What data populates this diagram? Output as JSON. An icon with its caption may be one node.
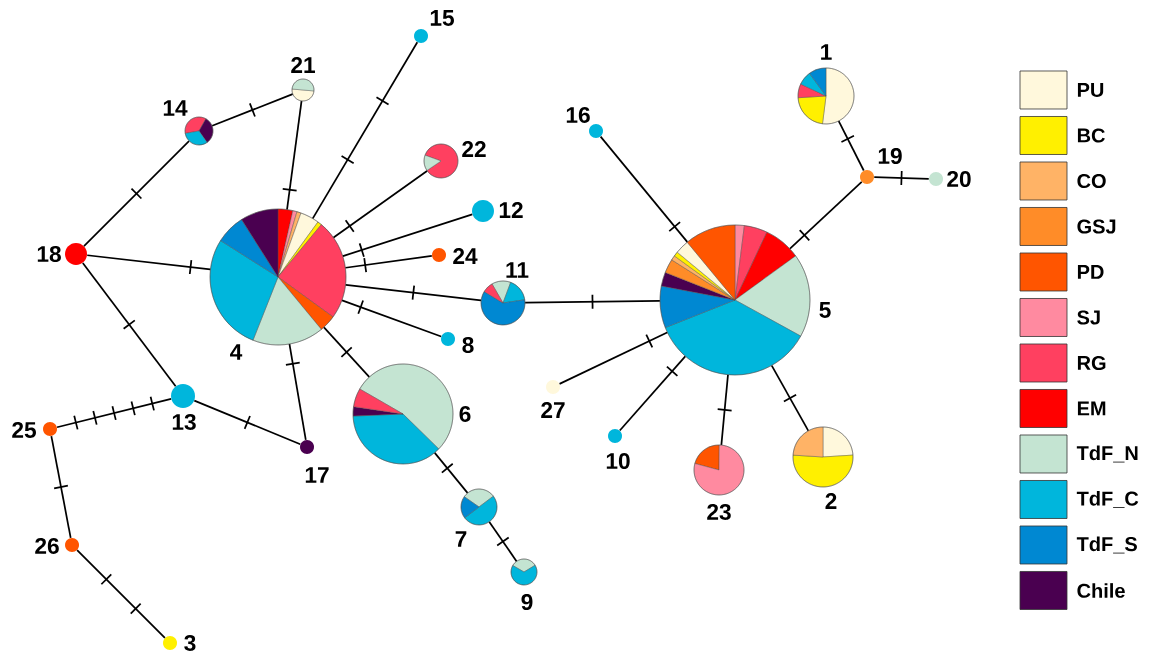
{
  "diagram": {
    "nodes": [
      {
        "text": [],
        "shape": "circle",
        "beside": [
          "1"
        ]
      },
      {
        "text": [],
        "shape": "circle",
        "beside": [
          "2"
        ]
      },
      {
        "text": [],
        "shape": "circle",
        "beside": [
          "3"
        ]
      },
      {
        "text": [],
        "shape": "circle",
        "beside": [
          "4"
        ]
      },
      {
        "text": [],
        "shape": "circle",
        "beside": [
          "5"
        ]
      },
      {
        "text": [],
        "shape": "circle",
        "beside": [
          "6"
        ]
      },
      {
        "text": [],
        "shape": "circle",
        "beside": [
          "7"
        ]
      },
      {
        "text": [],
        "shape": "circle",
        "beside": [
          "8"
        ]
      },
      {
        "text": [],
        "shape": "circle",
        "beside": [
          "9"
        ]
      },
      {
        "text": [],
        "shape": "circle",
        "beside": [
          "10"
        ]
      },
      {
        "text": [],
        "shape": "circle",
        "beside": [
          "11"
        ]
      },
      {
        "text": [],
        "shape": "circle",
        "beside": [
          "12"
        ]
      },
      {
        "text": [],
        "shape": "circle",
        "beside": [
          "13"
        ]
      },
      {
        "text": [],
        "shape": "circle",
        "beside": [
          "14"
        ]
      },
      {
        "text": [],
        "shape": "circle",
        "beside": [
          "15"
        ]
      },
      {
        "text": [],
        "shape": "circle",
        "beside": [
          "16"
        ]
      },
      {
        "text": [],
        "shape": "circle",
        "beside": [
          "17"
        ]
      },
      {
        "text": [],
        "shape": "circle",
        "beside": [
          "18"
        ]
      },
      {
        "text": [],
        "shape": "circle",
        "beside": [
          "19"
        ]
      },
      {
        "text": [],
        "shape": "circle",
        "beside": [
          "20"
        ]
      },
      {
        "text": [],
        "shape": "circle",
        "beside": [
          "21"
        ]
      },
      {
        "text": [],
        "shape": "circle",
        "beside": [
          "22"
        ]
      },
      {
        "text": [],
        "shape": "circle",
        "beside": [
          "23"
        ]
      },
      {
        "text": [],
        "shape": "circle",
        "beside": [
          "24"
        ]
      },
      {
        "text": [],
        "shape": "circle",
        "beside": [
          "25"
        ]
      },
      {
        "text": [],
        "shape": "circle",
        "beside": [
          "26"
        ]
      },
      {
        "text": [],
        "shape": "circle",
        "beside": [
          "27"
        ]
      }
    ],
    "edges": [
      {
        "from": 17,
        "to": 13,
        "arrow": "none"
      },
      {
        "from": 13,
        "to": 20,
        "arrow": "none"
      },
      {
        "from": 20,
        "to": 3,
        "arrow": "none"
      },
      {
        "from": 17,
        "to": 3,
        "arrow": "none"
      },
      {
        "from": 17,
        "to": 12,
        "arrow": "none"
      },
      {
        "from": 14,
        "to": 3,
        "arrow": "none"
      },
      {
        "from": 21,
        "to": 3,
        "arrow": "none"
      },
      {
        "from": 11,
        "to": 3,
        "arrow": "none"
      },
      {
        "from": 23,
        "to": 3,
        "arrow": "none"
      },
      {
        "from": 10,
        "to": 3,
        "arrow": "none"
      },
      {
        "from": 7,
        "to": 3,
        "arrow": "none"
      },
      {
        "from": 3,
        "to": 5,
        "arrow": "none"
      },
      {
        "from": 3,
        "to": 16,
        "arrow": "none"
      },
      {
        "from": 12,
        "to": 16,
        "arrow": "none"
      },
      {
        "from": 12,
        "to": 24,
        "arrow": "none"
      },
      {
        "from": 24,
        "to": 25,
        "arrow": "none"
      },
      {
        "from": 25,
        "to": 2,
        "arrow": "none"
      },
      {
        "from": 5,
        "to": 6,
        "arrow": "none"
      },
      {
        "from": 6,
        "to": 8,
        "arrow": "none"
      },
      {
        "from": 10,
        "to": 4,
        "arrow": "none"
      },
      {
        "from": 15,
        "to": 4,
        "arrow": "none"
      },
      {
        "from": 4,
        "to": 18,
        "arrow": "none"
      },
      {
        "from": 18,
        "to": 0,
        "arrow": "none"
      },
      {
        "from": 18,
        "to": 19,
        "arrow": "none"
      },
      {
        "from": 26,
        "to": 4,
        "arrow": "none"
      },
      {
        "from": 9,
        "to": 4,
        "arrow": "none"
      },
      {
        "from": 22,
        "to": 4,
        "arrow": "none"
      },
      {
        "from": 1,
        "to": 4,
        "arrow": "none"
      }
    ],
    "legend": [
      {
        "text": "PU",
        "color": "#fff8dc"
      },
      {
        "text": "BC",
        "color": "#fff000"
      },
      {
        "text": "CO",
        "color": "#ffb366"
      },
      {
        "text": "GSJ",
        "color": "#ff8c28"
      },
      {
        "text": "PD",
        "color": "#ff5500"
      },
      {
        "text": "SJ",
        "color": "#ff8aa0"
      },
      {
        "text": "RG",
        "color": "#ff4060"
      },
      {
        "text": "EM",
        "color": "#ff0000"
      },
      {
        "text": "TdF_N",
        "color": "#c4e4d2"
      },
      {
        "text": "TdF_C",
        "color": "#00b6dc"
      },
      {
        "text": "TdF_S",
        "color": "#0088d2"
      },
      {
        "text": "Chile",
        "color": "#4a0050"
      }
    ]
  }
}
